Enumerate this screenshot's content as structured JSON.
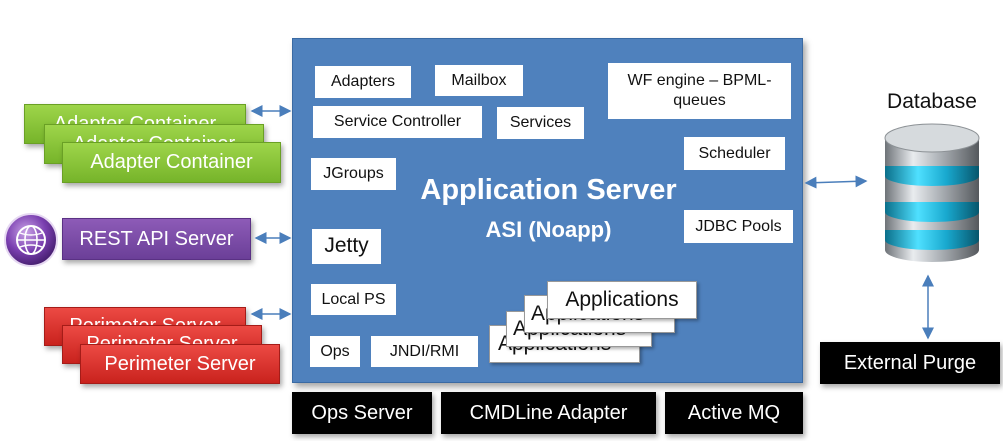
{
  "app_server": {
    "title": "Application Server",
    "subtitle": "ASI (Noapp)",
    "components": {
      "adapters": "Adapters",
      "mailbox": "Mailbox",
      "wf_engine": "WF engine – BPML-queues",
      "service_controller": "Service Controller",
      "services": "Services",
      "scheduler": "Scheduler",
      "jgroups": "JGroups",
      "jdbc_pools": "JDBC Pools",
      "jetty": "Jetty",
      "local_ps": "Local PS",
      "ops": "Ops",
      "jndi_rmi": "JNDI/RMI",
      "applications": [
        "Applications",
        "Applications",
        "Applications",
        "Applications"
      ]
    }
  },
  "left": {
    "adapter_containers": [
      "Adapter Container",
      "Adapter Container",
      "Adapter Container"
    ],
    "rest_api_server": "REST API Server",
    "perimeter_servers": [
      "Perimeter Server",
      "Perimeter Server",
      "Perimeter Server"
    ]
  },
  "bottom": {
    "ops_server": "Ops Server",
    "cmdline_adapter": "CMDLine Adapter",
    "active_mq": "Active MQ"
  },
  "right": {
    "database_label": "Database",
    "external_purge": "External Purge"
  },
  "colors": {
    "app_server": "#4f81bd",
    "adapter_container": "#8cc63f",
    "rest_api": "#7b4aa8",
    "perimeter": "#e0302a",
    "black_box": "#000000",
    "connector": "#4a7ebb"
  }
}
